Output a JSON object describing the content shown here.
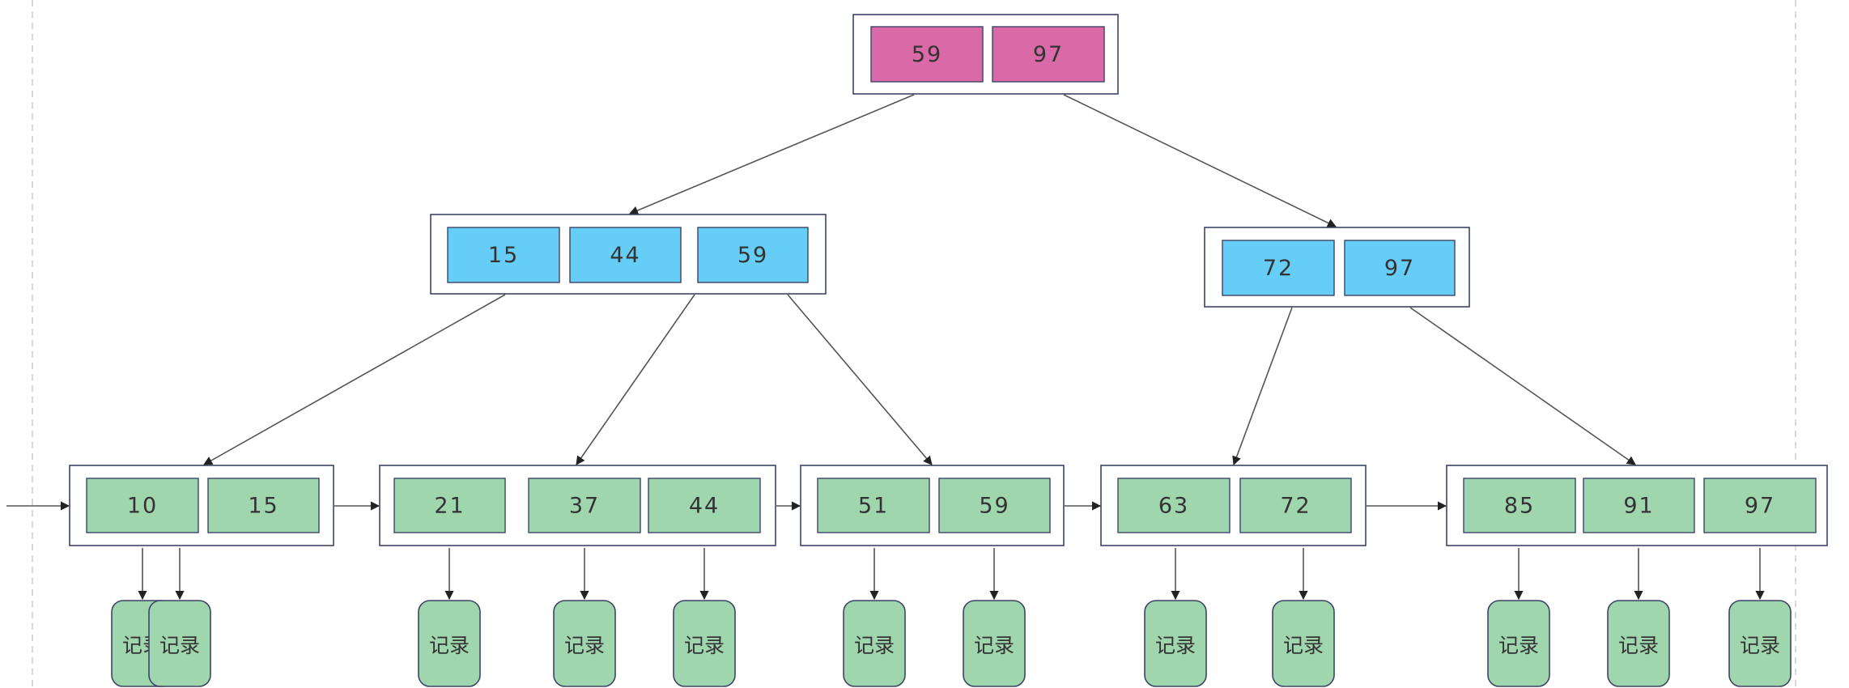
{
  "tree": {
    "root": {
      "id": "root",
      "keys": [
        "59",
        "97"
      ]
    },
    "internal": [
      {
        "id": "int-left",
        "keys": [
          "15",
          "44",
          "59"
        ]
      },
      {
        "id": "int-right",
        "keys": [
          "72",
          "97"
        ]
      }
    ],
    "leaves": [
      {
        "id": "leaf-1",
        "keys": [
          "10",
          "15"
        ]
      },
      {
        "id": "leaf-2",
        "keys": [
          "21",
          "37",
          "44"
        ]
      },
      {
        "id": "leaf-3",
        "keys": [
          "51",
          "59"
        ]
      },
      {
        "id": "leaf-4",
        "keys": [
          "63",
          "72"
        ]
      },
      {
        "id": "leaf-5",
        "keys": [
          "85",
          "91",
          "97"
        ]
      }
    ],
    "record_label": "记录"
  },
  "colors": {
    "root": "#d96aa7",
    "internal": "#66cdf6",
    "leaf": "#a0d6ad",
    "record": "#a0d6ad",
    "border": "#3d4466"
  }
}
